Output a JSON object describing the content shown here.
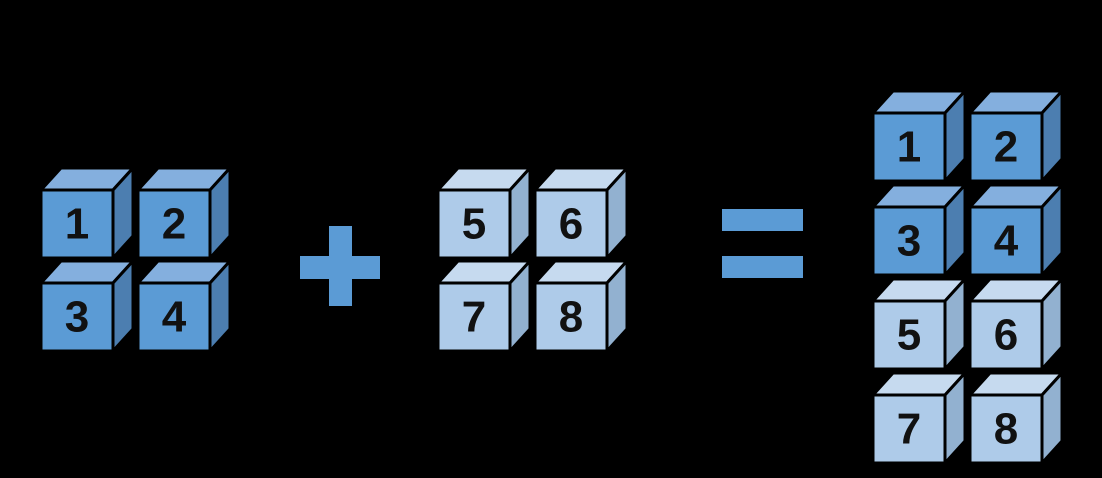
{
  "background": "#000000",
  "palette": {
    "dark_cube": {
      "front": "#5B9BD5",
      "top": "#84AFDE",
      "side": "#4C7EB0"
    },
    "light_cube": {
      "front": "#AECBE9",
      "top": "#C6DAEF",
      "side": "#92B1D0"
    },
    "operator": "#5B9BD5",
    "outline": "#000000",
    "digit": "#111111"
  },
  "operators": {
    "plus": "+",
    "equals": "="
  },
  "operands": [
    {
      "id": "a",
      "style": "dark",
      "rows": [
        [
          "1",
          "2"
        ],
        [
          "3",
          "4"
        ]
      ]
    },
    {
      "id": "b",
      "style": "light",
      "rows": [
        [
          "5",
          "6"
        ],
        [
          "7",
          "8"
        ]
      ]
    }
  ],
  "result": {
    "rows": [
      {
        "style": "dark",
        "cubes": [
          "1",
          "2"
        ]
      },
      {
        "style": "dark",
        "cubes": [
          "3",
          "4"
        ]
      },
      {
        "style": "light",
        "cubes": [
          "5",
          "6"
        ]
      },
      {
        "style": "light",
        "cubes": [
          "7",
          "8"
        ]
      }
    ]
  }
}
